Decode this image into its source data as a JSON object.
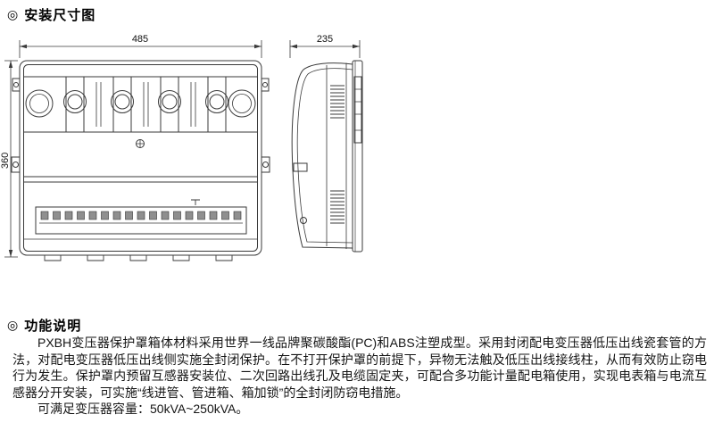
{
  "page": {
    "background": "#ffffff",
    "text_color": "#151515",
    "line_color": "#3a3a3a"
  },
  "sections": {
    "dimensions": {
      "marker": "◎",
      "title": "安装尺寸图"
    },
    "functions": {
      "marker": "◎",
      "title": "功能说明",
      "paragraph": "PXBH变压器保护罩箱体材料采用世界一线品牌聚碳酸酯(PC)和ABS注塑成型。采用封闭配电变压器低压出线瓷套管的方法，对配电变压器低压出线侧实施全封闭保护。在不打开保护罩的前提下，异物无法触及低压出线接线柱，从而有效防止窃电行为发生。保护罩内预留互感器安装位、二次回路出线孔及电缆固定夹，可配合多功能计量配电箱使用，实现电表箱与电流互感器分开安装，可实施“线进管、管进箱、箱加锁”的全封闭防窃电措施。",
      "capacity_line": "可满足变压器容量：50kVA~250kVA。"
    }
  },
  "drawing": {
    "front_view": {
      "width_label": "485",
      "height_label": "360"
    },
    "side_view": {
      "width_label": "235"
    }
  }
}
